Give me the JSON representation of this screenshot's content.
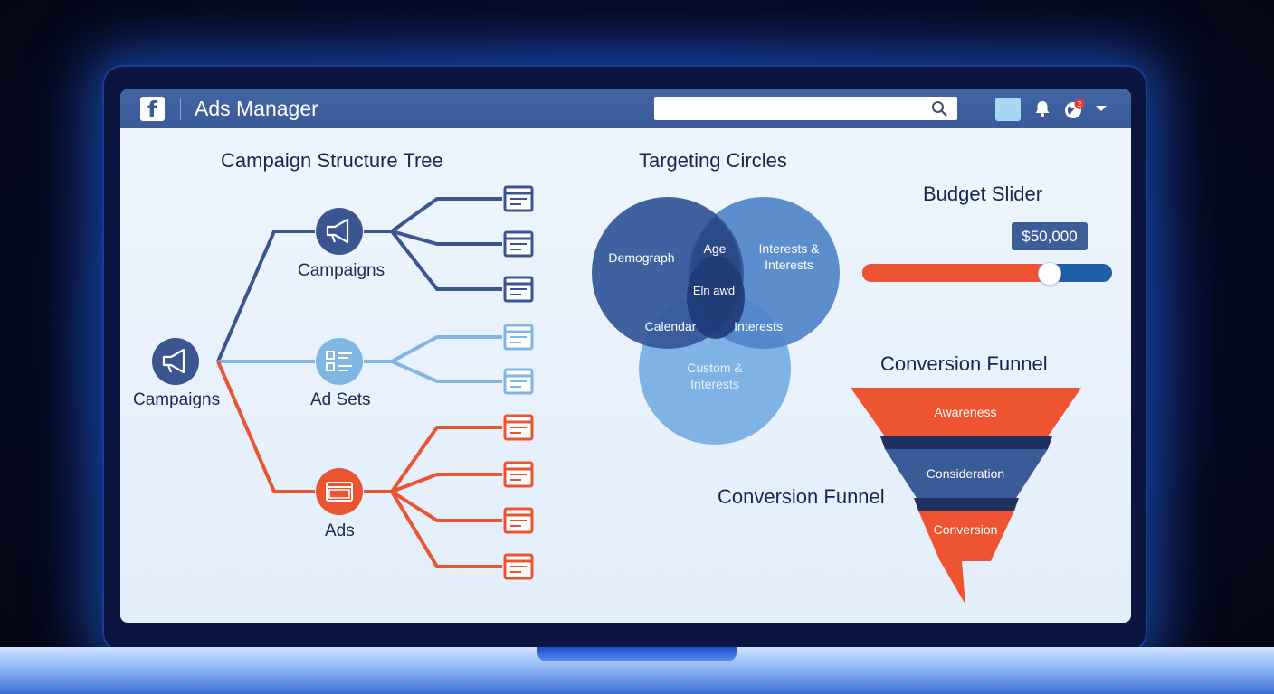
{
  "header": {
    "logo_letter": "f",
    "app_title": "Ads Manager",
    "search_placeholder": "",
    "notification_badge": "2"
  },
  "tree": {
    "title": "Campaign Structure Tree",
    "root_label": "Campaigns",
    "branches": [
      {
        "label": "Campaigns",
        "leaves": 3,
        "color": "#3b5591"
      },
      {
        "label": "Ad Sets",
        "leaves": 2,
        "color": "#82b6e2"
      },
      {
        "label": "Ads",
        "leaves": 4,
        "color": "#ea5430"
      }
    ]
  },
  "targeting": {
    "title": "Targeting Circles",
    "labels": {
      "demograph": "Demograph",
      "age": "Age",
      "interests_interests": [
        "Interests &",
        "Interests"
      ],
      "center": "Eln awd",
      "calendar": "Calendar",
      "interests": "Interests",
      "custom": [
        "Custom &",
        "Interests"
      ]
    }
  },
  "budget": {
    "title": "Budget Slider",
    "value_label": "$50,000",
    "fill_fraction": 0.75
  },
  "funnel": {
    "title": "Conversion Funnel",
    "side_title": "Conversion Funnel",
    "stages": [
      "Awareness",
      "Consideration",
      "Conversion"
    ]
  },
  "colors": {
    "brand_blue": "#3b5998",
    "accent_orange": "#ea5430",
    "navy": "#3b5591",
    "light_blue": "#82b6e2"
  }
}
